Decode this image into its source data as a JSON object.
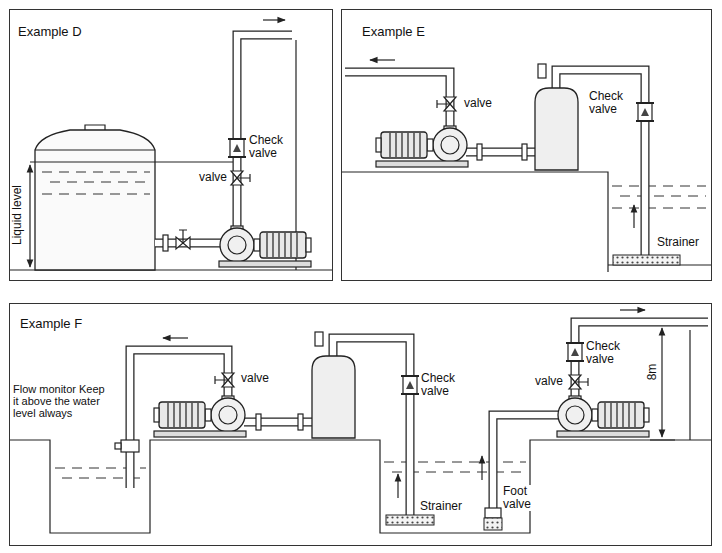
{
  "diagram": {
    "nodes": [
      {
        "text": [
          "Example D"
        ]
      },
      {
        "text": [
          "Example E"
        ]
      },
      {
        "text": [
          "Example F"
        ]
      }
    ],
    "labels": [
      "Liquid level",
      "valve",
      "Check valve",
      "valve",
      "Check valve",
      "Strainer",
      "Flow monitor Keep it above the water level always",
      "valve",
      "Check valve",
      "Strainer",
      "Foot valve",
      "valve",
      "Check valve",
      "8m"
    ]
  }
}
